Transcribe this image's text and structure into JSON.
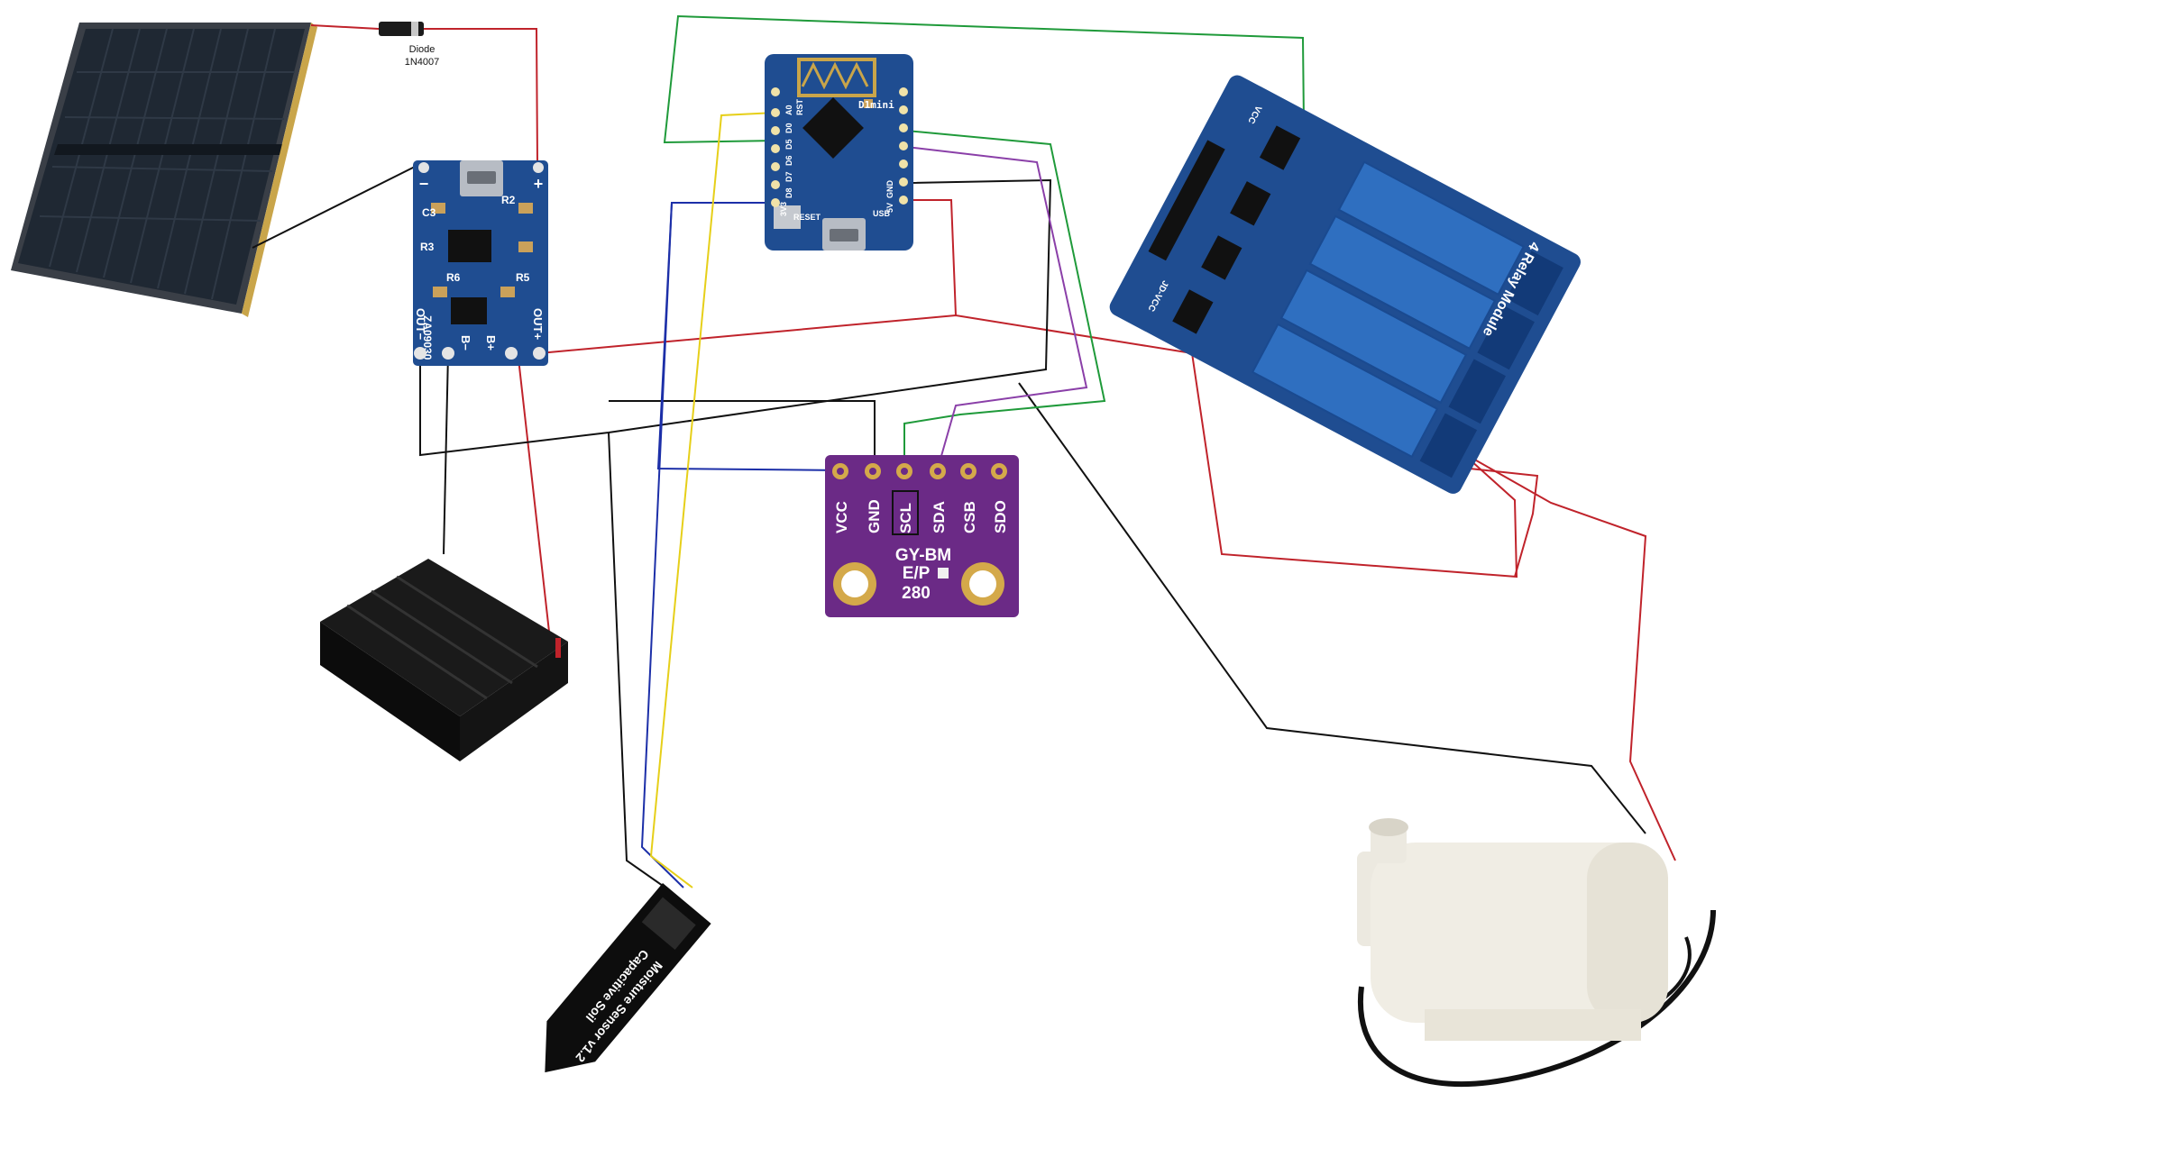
{
  "diode": {
    "name": "Diode",
    "part": "1N4007"
  },
  "charger": {
    "top_minus": "−",
    "top_plus": "+",
    "silk_c3": "C3",
    "silk_r2": "R2",
    "silk_r3": "R3",
    "silk_r6": "R6",
    "silk_r5": "R5",
    "silk_code": "ZA09030",
    "out_minus": "OUT−",
    "out_plus": "OUT+",
    "b_minus": "B−",
    "b_plus": "B+"
  },
  "wemos": {
    "pins_top": [
      "A0",
      "RST"
    ],
    "pins_mid": [
      "D0",
      "D5",
      "D6",
      "D7",
      "D8"
    ],
    "pins_bottom": [
      "3V3",
      "GND",
      "5V"
    ],
    "brand": "D1mini",
    "reset_label": "RESET",
    "usb_label": "USB"
  },
  "bme280": {
    "pins": [
      "VCC",
      "GND",
      "SCL",
      "SDA",
      "CSB",
      "SDO"
    ],
    "title_line1": "GY-BM",
    "title_line2": "E/P",
    "title_line3": "280"
  },
  "soil_sensor": {
    "line1": "Capacitive Soil",
    "line2": "Moisture Sensor v1.2"
  },
  "relay": {
    "title": "4 Relay Module",
    "pin_vcc": "VCC",
    "pin_jd": "JD-VCC"
  },
  "colors": {
    "wire_red": "#c0232b",
    "wire_black": "#111111",
    "wire_green": "#1f9a3a",
    "wire_blue": "#1c2fa8",
    "wire_yellow": "#e6cf19",
    "wire_purple": "#8a3fa8",
    "pcb_blue": "#1f4d91",
    "relay_blue": "#2f6fc0",
    "bme_purple": "#6b2a86"
  }
}
